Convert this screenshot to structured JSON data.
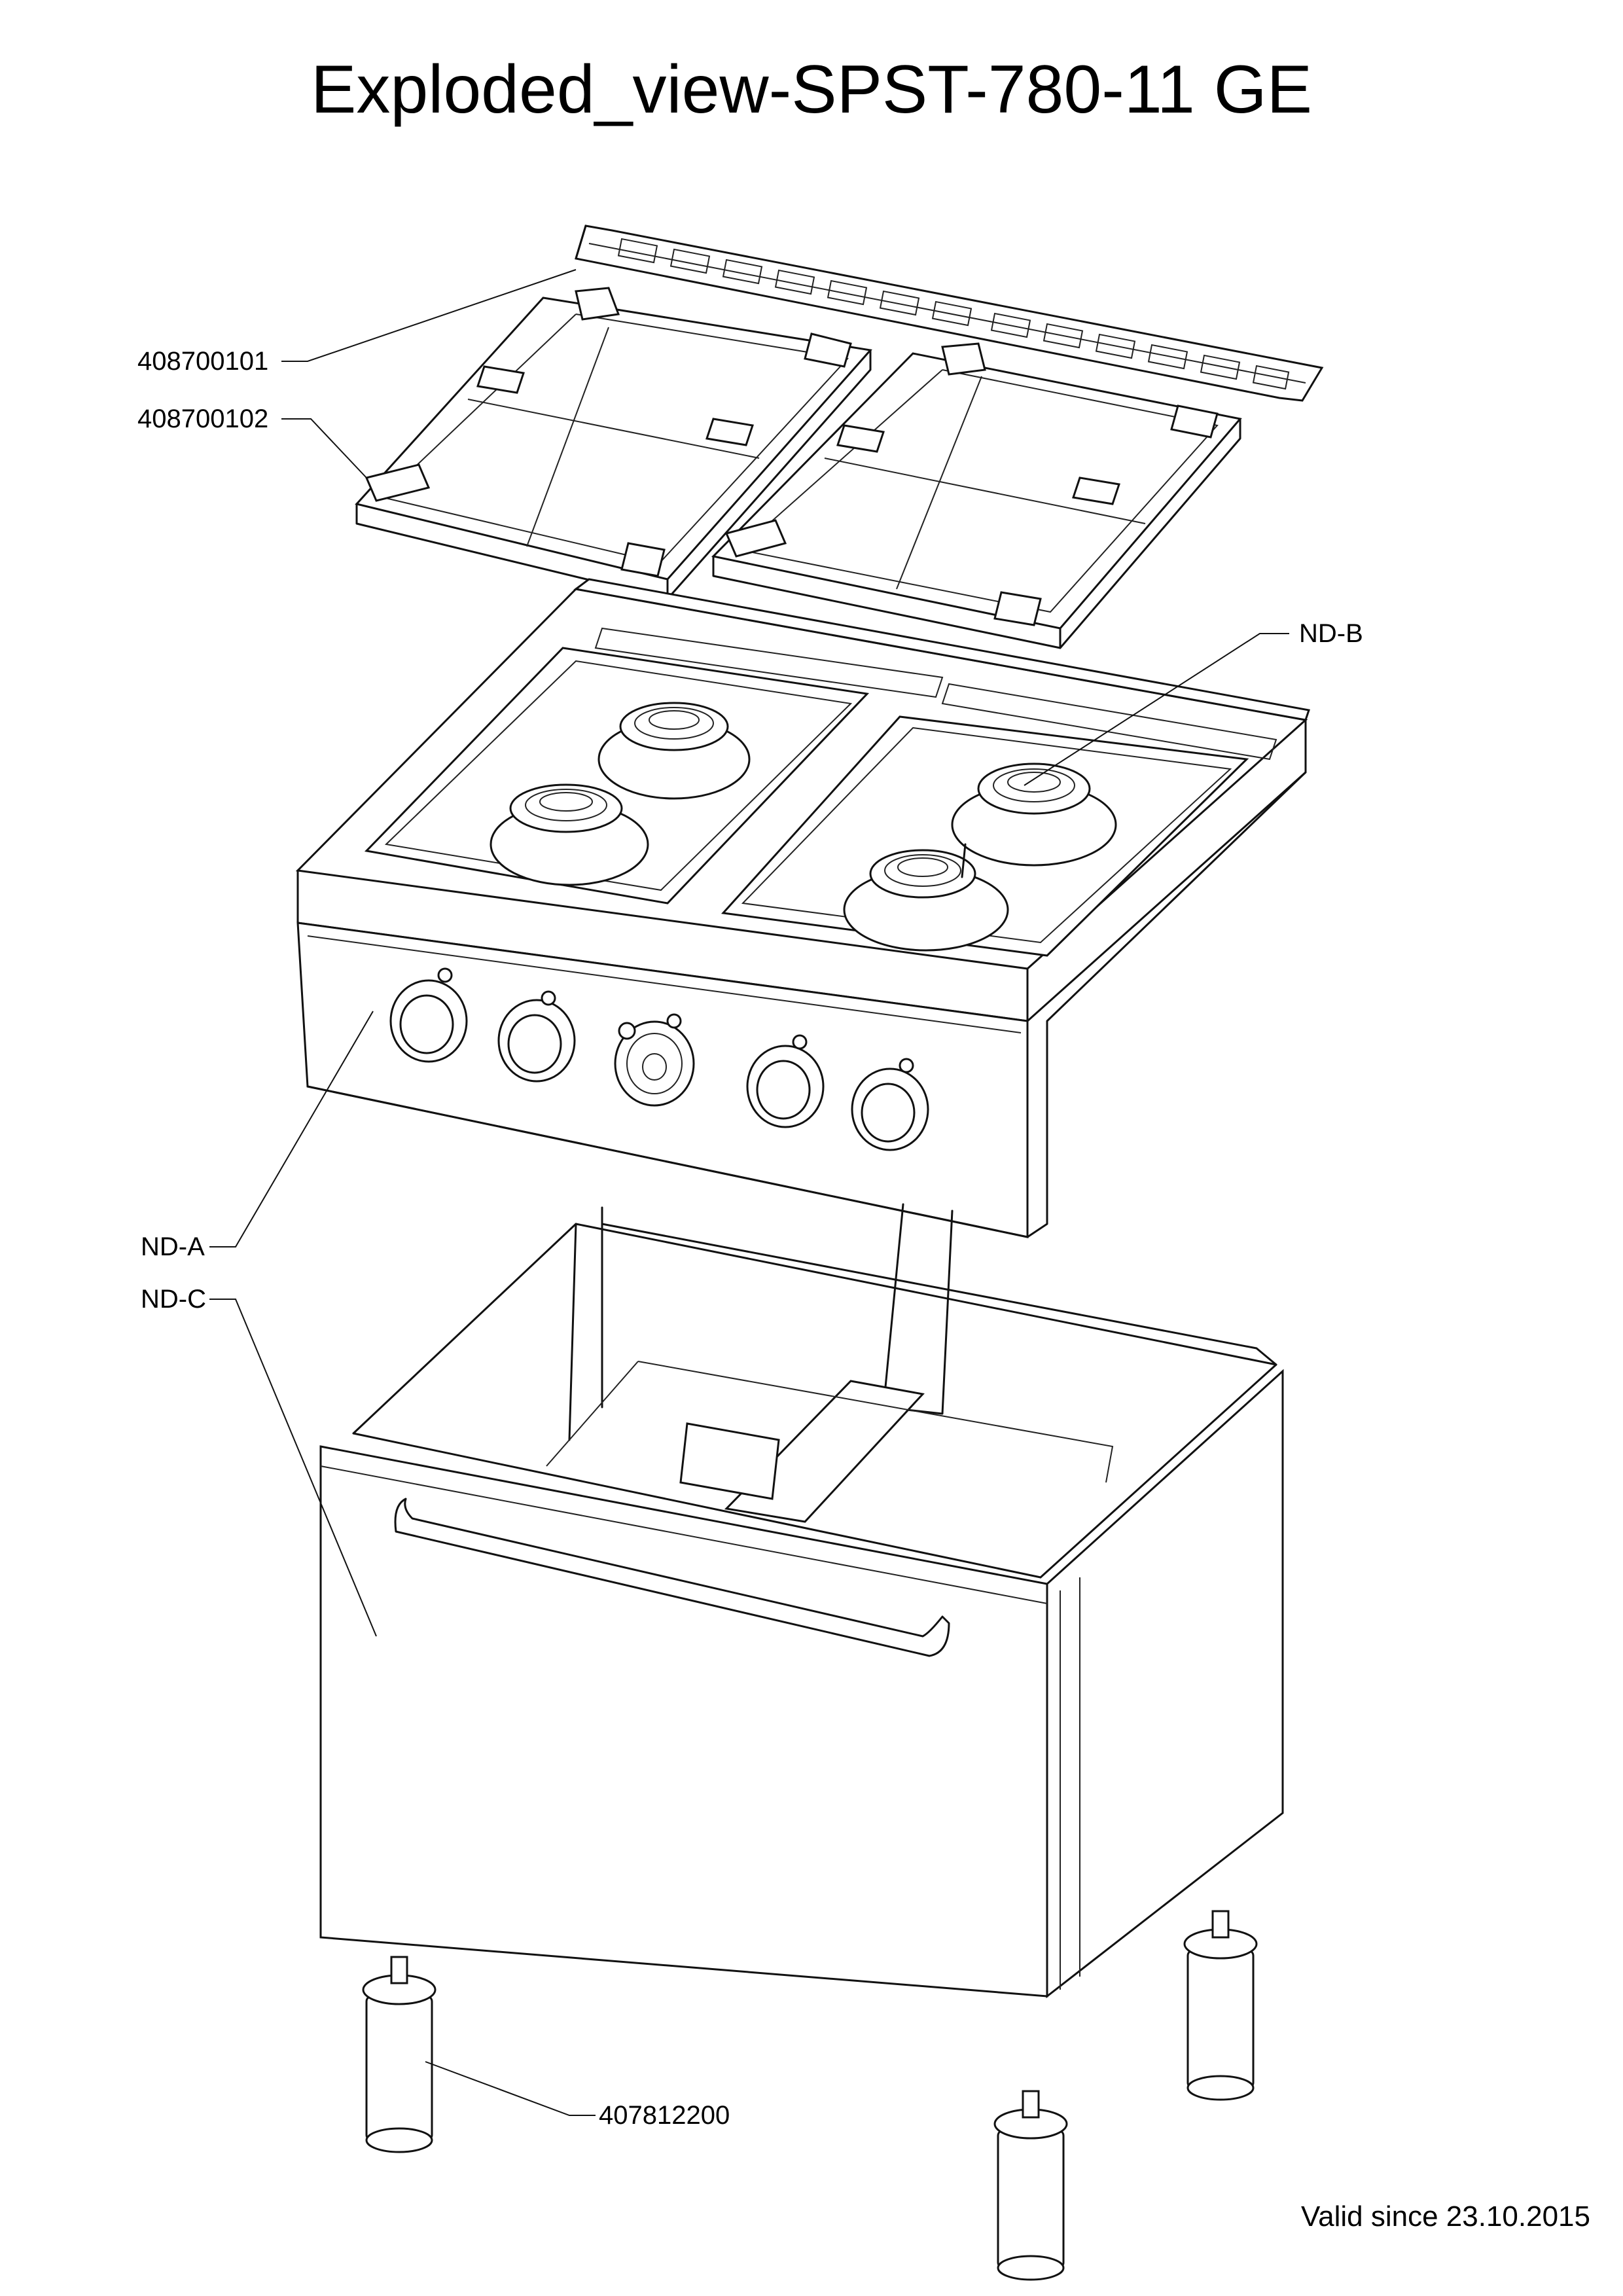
{
  "title": "Exploded_view-SPST-780-11 GE",
  "callouts": {
    "c1": "408700101",
    "c2": "408700102",
    "c3": "ND-B",
    "c4": "ND-A",
    "c5": "ND-C",
    "c6": "407812200"
  },
  "footer": "Valid since 23.10.2015"
}
